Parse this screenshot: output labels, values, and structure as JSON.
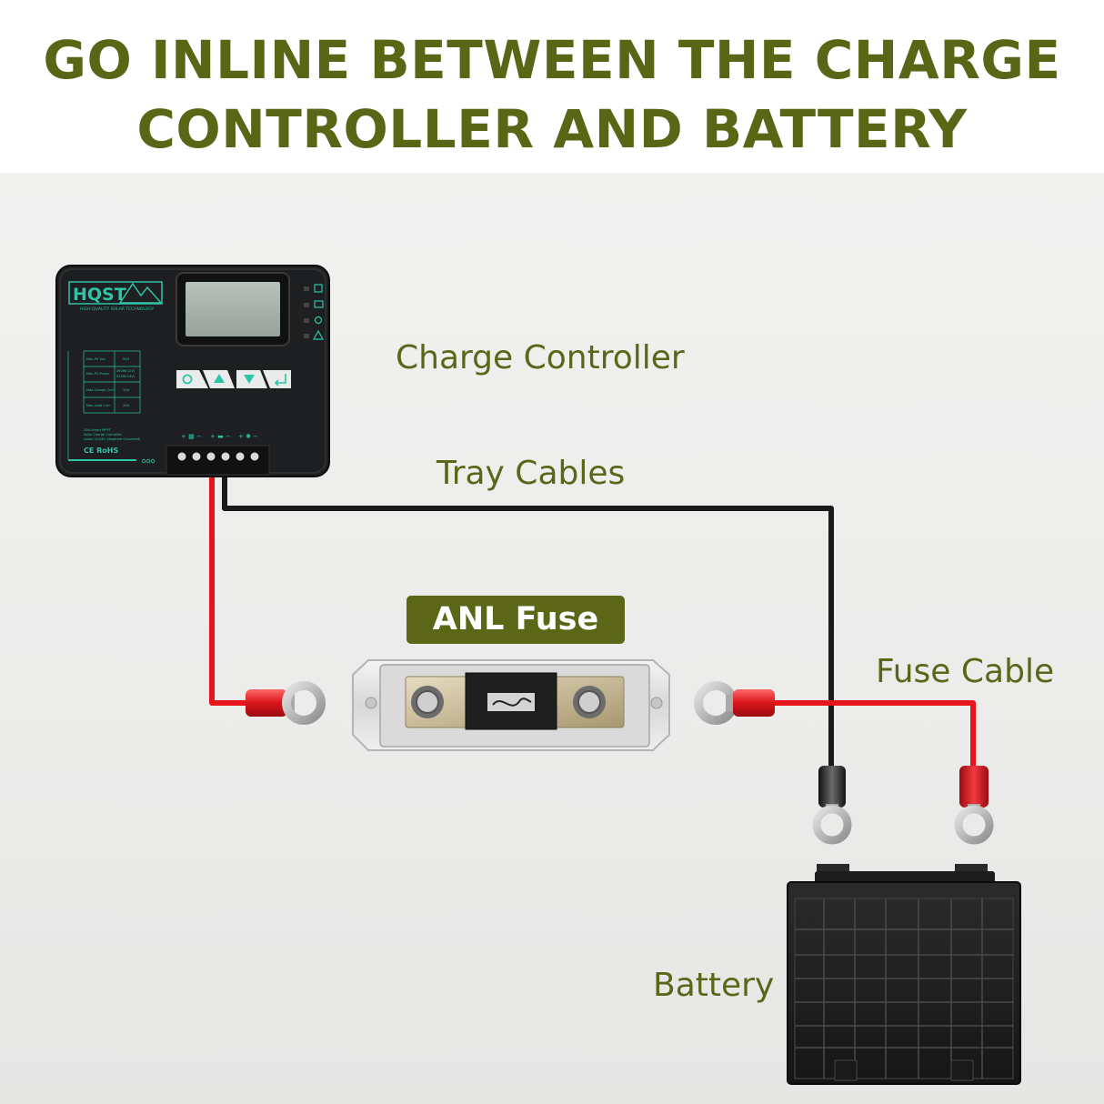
{
  "headline": {
    "line1": "GO INLINE BETWEEN THE CHARGE",
    "line2": "CONTROLLER AND BATTERY"
  },
  "labels": {
    "charge_controller": "Charge Controller",
    "tray_cables": "Tray Cables",
    "anl_fuse": "ANL Fuse",
    "fuse_cable": "Fuse Cable",
    "battery": "Battery"
  },
  "controller": {
    "brand": "HQST",
    "brand_tagline": "HIGH QUALITY SOLAR TECHNOLOGY",
    "spec_rows": [
      [
        "Max.PV Voc",
        "94V"
      ],
      [
        "Max.PV Power",
        "260W(12V) 520W(24V)"
      ],
      [
        "Max.Charge Curr",
        "20A"
      ],
      [
        "Max.Load Curr",
        "20A"
      ]
    ],
    "model_lines": [
      "20A Smart MPPT",
      "Solar Charge Controller",
      "(Auto 12/24V, Negative Grounded)"
    ],
    "cert": "CE RoHS"
  },
  "colors": {
    "headline": "#586616",
    "label": "#5a6718",
    "accent_teal": "#2ec4a8",
    "wire_red": "#e8141c",
    "wire_black": "#1a1a1a"
  },
  "icons": [
    "gear-icon",
    "up-arrow-icon",
    "down-arrow-icon",
    "return-icon",
    "solar-panel-icon",
    "battery-icon",
    "bulb-icon",
    "warning-icon"
  ]
}
